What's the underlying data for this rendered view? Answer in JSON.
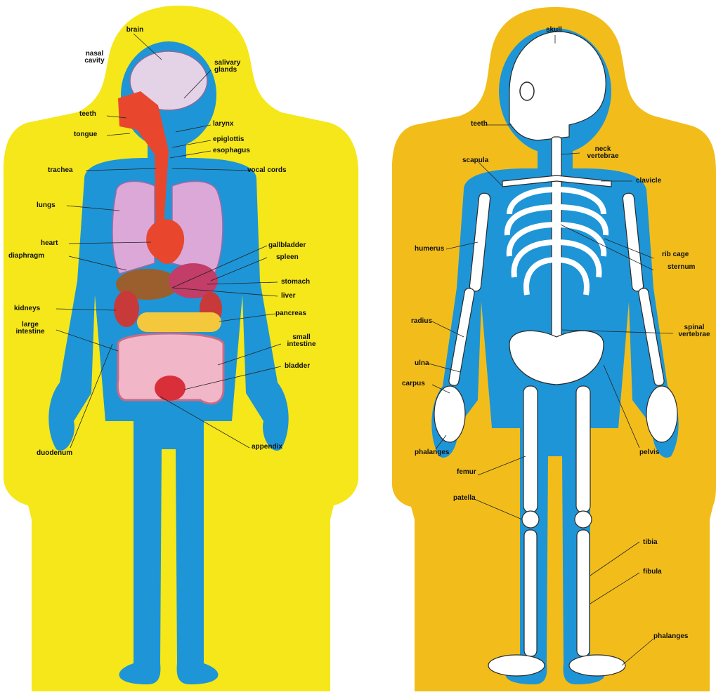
{
  "colors": {
    "organs_board": "#f5e71a",
    "skeleton_board": "#f2bd1b",
    "body": "#1e95d6",
    "bone": "#ffffff",
    "outline": "#111111"
  },
  "organs": {
    "brain": "brain",
    "nasal_cavity": "nasal\ncavity",
    "salivary_glands": "salivary\nglands",
    "teeth": "teeth",
    "tongue": "tongue",
    "larynx": "larynx",
    "epiglottis": "epiglottis",
    "esophagus": "esophagus",
    "trachea": "trachea",
    "vocal_cords": "vocal cords",
    "lungs": "lungs",
    "heart": "heart",
    "diaphragm": "diaphragm",
    "gallbladder": "gallbladder",
    "spleen": "spleen",
    "stomach": "stomach",
    "liver": "liver",
    "kidneys": "kidneys",
    "pancreas": "pancreas",
    "large_intestine": "large\nintestine",
    "small_intestine": "small\nintestine",
    "bladder": "bladder",
    "duodenum": "duodenum",
    "appendix": "appendix"
  },
  "skeleton": {
    "skull": "skull",
    "teeth": "teeth",
    "scapula": "scapula",
    "neck_vertebrae": "neck\nvertebrae",
    "clavicle": "clavicle",
    "humerus": "humerus",
    "rib_cage": "rib cage",
    "sternum": "sternum",
    "radius": "radius",
    "spinal_vertebrae": "spinal\nvertebrae",
    "ulna": "ulna",
    "carpus": "carpus",
    "phalanges_hand": "phalanges",
    "pelvis": "pelvis",
    "femur": "femur",
    "patella": "patella",
    "tibia": "tibia",
    "fibula": "fibula",
    "phalanges_foot": "phalanges"
  }
}
